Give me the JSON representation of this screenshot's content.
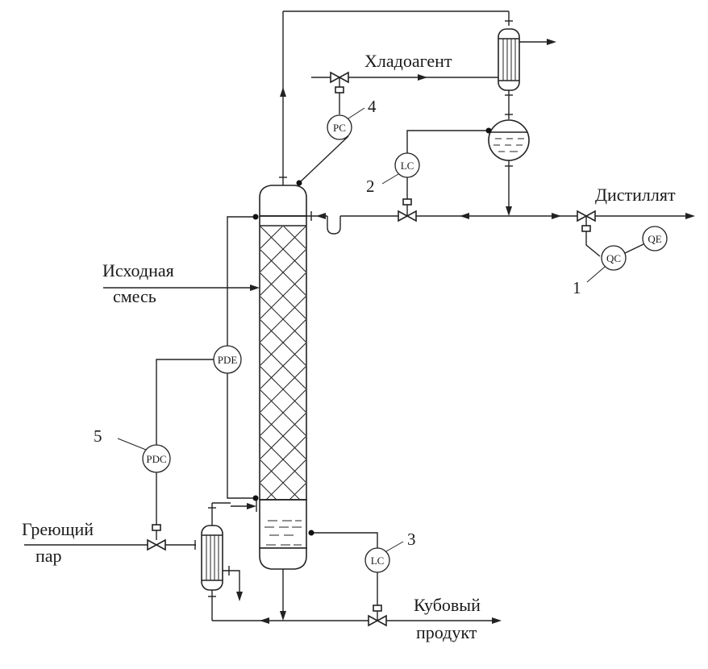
{
  "labels": {
    "refrigerant": "Хладоагент",
    "distillate": "Дистиллят",
    "feed_line1": "Исходная",
    "feed_line2": "смесь",
    "steam_line1": "Греющий",
    "steam_line2": "пар",
    "bottoms_line1": "Кубовый",
    "bottoms_line2": "продукт"
  },
  "instruments": {
    "pc": "PC",
    "lc_top": "LC",
    "qc": "QC",
    "qe": "QE",
    "pde": "PDE",
    "pdc": "PDC",
    "lc_bottom": "LC"
  },
  "loop_numbers": {
    "qc_loop": "1",
    "lc_top_loop": "2",
    "lc_bottom_loop": "3",
    "pc_loop": "4",
    "pdc_loop": "5"
  }
}
